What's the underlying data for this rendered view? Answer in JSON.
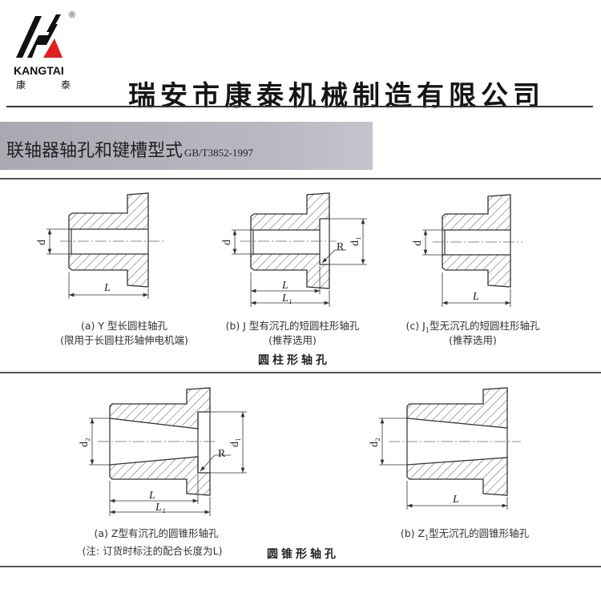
{
  "logo": {
    "brand_en": "KANGTAI",
    "brand_cn_1": "康",
    "brand_cn_2": "泰",
    "registered": "®",
    "colors": {
      "black": "#111111",
      "red": "#e02020"
    }
  },
  "header": {
    "company": "瑞安市康泰机械制造有限公司"
  },
  "title_bar": {
    "title": "联轴器轴孔和键槽型式",
    "standard": "GB/T3852-1997"
  },
  "cylindrical": {
    "section_title": "圆柱形轴孔",
    "fig_a": {
      "caption": "(a) Y 型长圆柱轴孔",
      "note": "(限用于长圆柱形轴伸电机端)",
      "labels": {
        "d": "d",
        "L": "L"
      }
    },
    "fig_b": {
      "caption": "(b) J 型有沉孔的短圆柱形轴孔",
      "note": "(推荐选用)",
      "labels": {
        "d": "d",
        "d1": "d₁",
        "R": "R",
        "L": "L",
        "L1": "L₁"
      }
    },
    "fig_c": {
      "caption_pre": "(c) J",
      "caption_sub": "1",
      "caption_post": "型无沉孔的短圆柱形轴孔",
      "note": "(推荐选用)",
      "labels": {
        "d": "d",
        "L": "L"
      }
    }
  },
  "conical": {
    "section_title": "圆锥形轴孔",
    "fig_a": {
      "caption": "(a) Z型有沉孔的圆锥形轴孔",
      "note": "(注: 订货时标注的配合长度为L)",
      "labels": {
        "d2": "d₂",
        "d1": "d₁",
        "R": "R",
        "L": "L",
        "L1": "L₁"
      }
    },
    "fig_b": {
      "caption_pre": "(b) Z",
      "caption_sub": "1",
      "caption_post": "型无沉孔的圆锥形轴孔",
      "labels": {
        "d2": "d₂",
        "L": "L"
      }
    }
  }
}
